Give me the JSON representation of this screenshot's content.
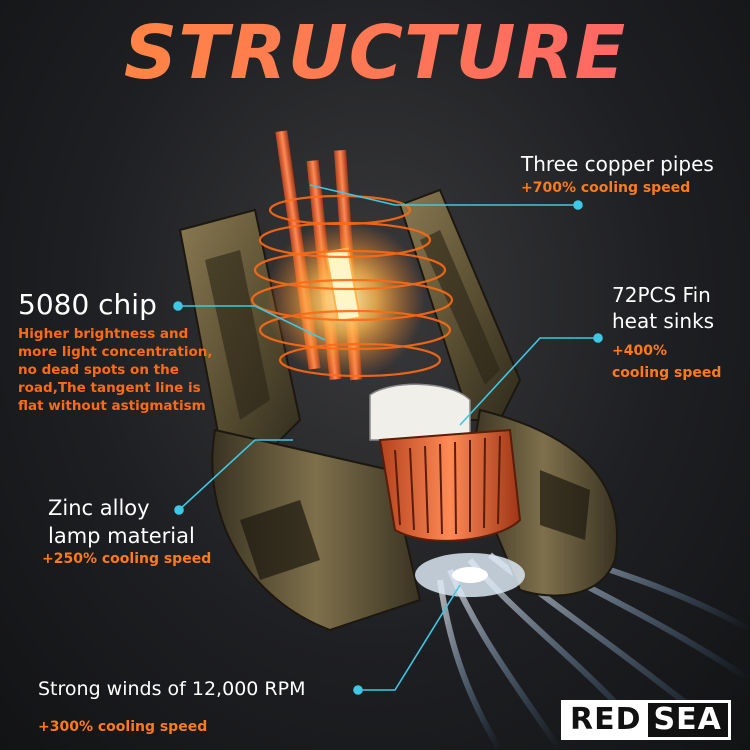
{
  "title": "STRUCTURE",
  "callouts": {
    "copper_pipes": {
      "label": "Three copper pipes",
      "sub": "+700% cooling speed"
    },
    "chip": {
      "label": "5080 chip",
      "description_lines": [
        "Higher brightness and",
        "more light concentration,",
        "no dead spots on the",
        "road,The tangent line is",
        "flat without astigmatism"
      ]
    },
    "fin": {
      "label_lines": [
        "72PCS Fin",
        "heat sinks"
      ],
      "sub_lines": [
        "+400%",
        "cooling speed"
      ]
    },
    "zinc": {
      "label_lines": [
        "Zinc alloy",
        "lamp material"
      ],
      "sub": "+250% cooling speed"
    },
    "winds": {
      "label": "Strong winds of 12,000 RPM",
      "sub": "+300% cooling speed"
    }
  },
  "logo": {
    "part1": "RED",
    "part2": "SEA"
  },
  "colors": {
    "accent_orange": "#ff7a1a",
    "callout_line": "#3ec8e6",
    "title_gradient": [
      "#ff8a3d",
      "#ff5f6d"
    ]
  },
  "icons": [
    "bulb-illustration",
    "copper-pipe",
    "heat-sink-fins",
    "fan-airflow"
  ]
}
